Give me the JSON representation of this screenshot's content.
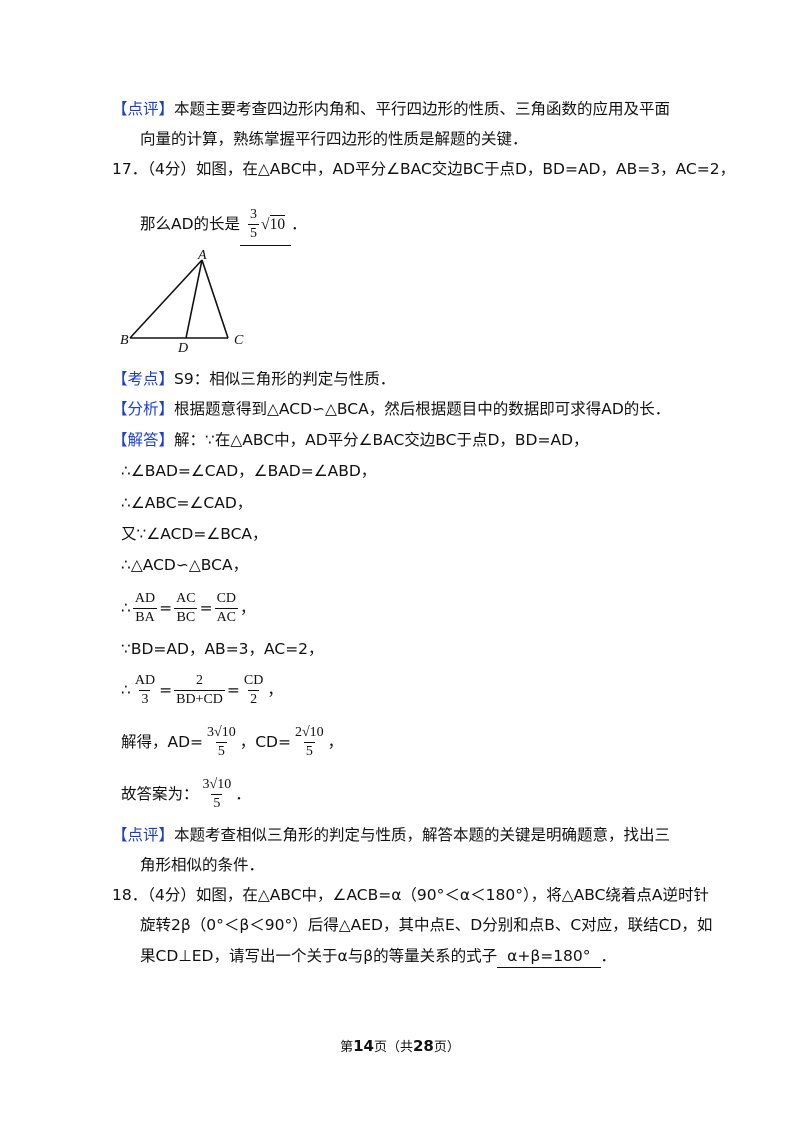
{
  "q16_comment": {
    "tag": "【点评】",
    "line1": "本题主要考查四边形内角和、平行四边形的性质、三角函数的应用及平面",
    "line2": "向量的计算，熟练掌握平行四边形的性质是解题的关键．"
  },
  "q17": {
    "stem": "17．（4分）如图，在△ABC中，AD平分∠BAC交边BC于点D，BD=AD，AB=3，AC=2，",
    "ask_prefix": "那么AD的长是",
    "ask_suffix": "．",
    "answer": {
      "num": "3",
      "den": "5",
      "rad": "10"
    },
    "figure": {
      "A": "A",
      "B": "B",
      "C": "C",
      "D": "D"
    },
    "kaodian_tag": "【考点】",
    "kaodian": "S9：相似三角形的判定与性质．",
    "fenxi_tag": "【分析】",
    "fenxi": "根据题意得到△ACD∽△BCA，然后根据题目中的数据即可求得AD的长．",
    "jieda_tag": "【解答】",
    "s1": "解：∵在△ABC中，AD平分∠BAC交边BC于点D，BD=AD，",
    "s2": "∴∠BAD=∠CAD，∠BAD=∠ABD，",
    "s3": "∴∠ABC=∠CAD，",
    "s4": "又∵∠ACD=∠BCA，",
    "s5": "∴△ACD∽△BCA，",
    "s6": {
      "lead": "∴",
      "f1n": "AD",
      "f1d": "BA",
      "eq": "=",
      "f2n": "AC",
      "f2d": "BC",
      "f3n": "CD",
      "f3d": "AC",
      "end": "，"
    },
    "s7": "∵BD=AD，AB=3，AC=2，",
    "s8": {
      "lead": "∴",
      "f1n": "AD",
      "f1d": "3",
      "eq": "=",
      "f2n": "2",
      "f2d": "BD+CD",
      "f3n": "CD",
      "f3d": "2",
      "end": "，"
    },
    "s9": {
      "lead": "解得，AD=",
      "a_coef": "3",
      "a_rad": "10",
      "a_den": "5",
      "mid": "，CD=",
      "c_coef": "2",
      "c_rad": "10",
      "c_den": "5",
      "end": "，"
    },
    "s10": {
      "lead": "故答案为：",
      "coef": "3",
      "rad": "10",
      "den": "5",
      "end": "．"
    },
    "comment_tag": "【点评】",
    "comment1": "本题考查相似三角形的判定与性质，解答本题的关键是明确题意，找出三",
    "comment2": "角形相似的条件．"
  },
  "q18": {
    "line1": "18．（4分）如图，在△ABC中，∠ACB=α（90°＜α＜180°），将△ABC绕着点A逆时针",
    "line2": "旋转2β（0°＜β＜90°）后得△AED，其中点E、D分别和点B、C对应，联结CD，如",
    "line3_prefix": "果CD⊥ED，请写出一个关于α与β的等量关系的式子",
    "answer": "α+β=180°",
    "line3_suffix": "．"
  },
  "footer": {
    "pre": "第",
    "page": "14",
    "mid": "页（共",
    "total": "28",
    "post": "页）"
  }
}
